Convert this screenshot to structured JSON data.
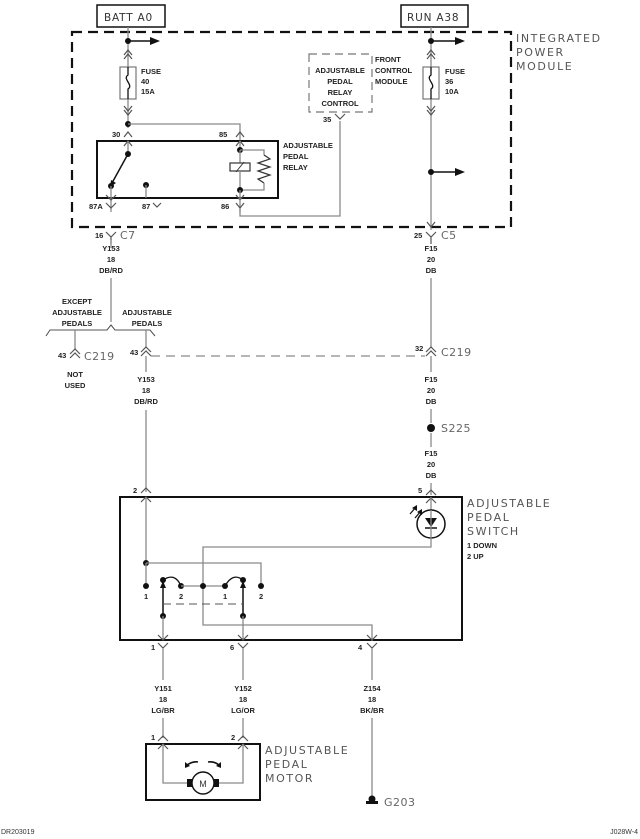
{
  "sources": {
    "batt": "BATT A0",
    "run": "RUN A38"
  },
  "ipm": {
    "label_lines": [
      "INTEGRATED",
      "POWER",
      "MODULE"
    ],
    "fuse40": {
      "label": "FUSE",
      "number": "40",
      "rating": "15A"
    },
    "fuse36": {
      "label": "FUSE",
      "number": "36",
      "rating": "10A"
    },
    "relay": {
      "label_lines": [
        "ADJUSTABLE",
        "PEDAL",
        "RELAY"
      ],
      "pins": {
        "p30": "30",
        "p85": "85",
        "p87a": "87A",
        "p87": "87",
        "p86": "86"
      }
    }
  },
  "fcm": {
    "inner_lines": [
      "ADJUSTABLE",
      "PEDAL",
      "RELAY",
      "CONTROL"
    ],
    "label_lines": [
      "FRONT",
      "CONTROL",
      "MODULE"
    ],
    "pin": "35"
  },
  "connectors": {
    "c7": {
      "name": "C7",
      "pin": "16"
    },
    "c5": {
      "name": "C5",
      "pin": "25"
    },
    "c219_left": {
      "name": "C219",
      "pin": "43",
      "note_lines": [
        "NOT",
        "USED"
      ]
    },
    "c219_mid_pin": "43",
    "c219_right": {
      "name": "C219",
      "pin": "32"
    }
  },
  "wires": {
    "y153_top": {
      "circuit": "Y153",
      "gauge": "18",
      "color": "DB/RD"
    },
    "y153_bottom": {
      "circuit": "Y153",
      "gauge": "18",
      "color": "DB/RD"
    },
    "f15_a": {
      "circuit": "F15",
      "gauge": "20",
      "color": "DB"
    },
    "f15_b": {
      "circuit": "F15",
      "gauge": "20",
      "color": "DB"
    },
    "f15_c": {
      "circuit": "F15",
      "gauge": "20",
      "color": "DB"
    },
    "y151": {
      "circuit": "Y151",
      "gauge": "18",
      "color": "LG/BR"
    },
    "y152": {
      "circuit": "Y152",
      "gauge": "18",
      "color": "LG/OR"
    },
    "z154": {
      "circuit": "Z154",
      "gauge": "18",
      "color": "BK/BR"
    }
  },
  "branch": {
    "left_lines": [
      "EXCEPT",
      "ADJUSTABLE",
      "PEDALS"
    ],
    "right_lines": [
      "ADJUSTABLE",
      "PEDALS"
    ]
  },
  "splice": "S225",
  "switch": {
    "label_lines": [
      "ADJUSTABLE",
      "PEDAL",
      "SWITCH"
    ],
    "legend_lines": [
      "1 DOWN",
      "2 UP"
    ],
    "pins": {
      "in_b": "2",
      "in_c": "5",
      "out1": "1",
      "out6": "6",
      "out4": "4"
    },
    "contact_labels": [
      "1",
      "2",
      "1",
      "2"
    ]
  },
  "motor": {
    "label_lines": [
      "ADJUSTABLE",
      "PEDAL",
      "MOTOR"
    ],
    "symbol": "M",
    "pins": {
      "p1": "1",
      "p2": "2"
    }
  },
  "ground": "G203",
  "footer": {
    "left": "DR203019",
    "right": "J028W-4"
  }
}
